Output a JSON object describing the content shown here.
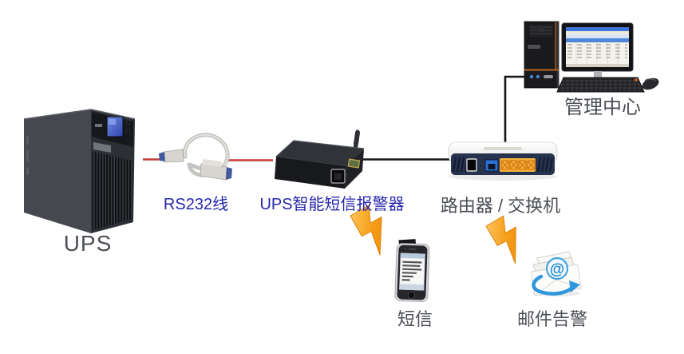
{
  "diagram": {
    "background": "#ffffff",
    "nodes": {
      "ups": {
        "label": "UPS",
        "type": "ups-tower"
      },
      "rs232_cable": {
        "label": "RS232线",
        "type": "serial-cable"
      },
      "sms_alarm": {
        "label": "UPS智能短信报警器",
        "type": "gsm-sms-alarm-box"
      },
      "router": {
        "label": "路由器 / 交换机",
        "type": "router-switch"
      },
      "management_center": {
        "label": "管理中心",
        "type": "desktop-computer"
      },
      "sms": {
        "label": "短信",
        "type": "mobile-phone"
      },
      "email_alert": {
        "label": "邮件告警",
        "type": "email-envelope"
      }
    },
    "connections": [
      {
        "from": "ups",
        "via": "rs232_cable",
        "to": "sms_alarm",
        "link": "RS232 serial",
        "color": "#c43a36"
      },
      {
        "from": "sms_alarm",
        "to": "router",
        "link": "ethernet",
        "color": "#141414"
      },
      {
        "from": "router",
        "to": "management_center",
        "link": "ethernet",
        "color": "#141414"
      },
      {
        "from": "sms_alarm",
        "to": "sms",
        "link": "alert-lightning",
        "color": "#f49d11"
      },
      {
        "from": "router",
        "to": "email_alert",
        "link": "alert-lightning",
        "color": "#f49d11"
      }
    ],
    "colors": {
      "serial_link": "#c43a36",
      "ethernet_link": "#141414",
      "label_blue": "#2628ac",
      "label_gray": "#4b4f55",
      "lightning_orange": "#f49d11"
    }
  }
}
